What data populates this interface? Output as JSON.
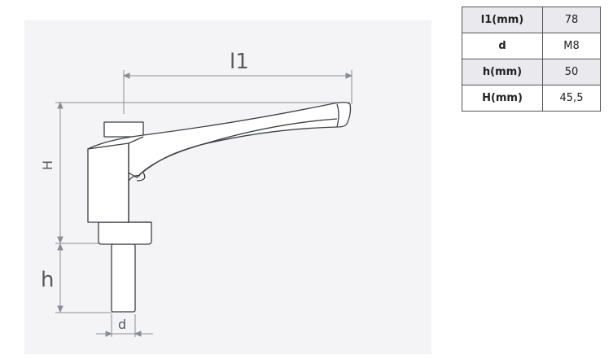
{
  "drawing": {
    "dimensions": {
      "length": "l1",
      "height_total": "H",
      "height_thread": "h",
      "diameter": "d"
    }
  },
  "spec_table": {
    "rows": [
      {
        "label": "l1(mm)",
        "value": "78"
      },
      {
        "label": "d",
        "value": "M8"
      },
      {
        "label": "h(mm)",
        "value": "50"
      },
      {
        "label": "H(mm)",
        "value": "45,5"
      }
    ]
  },
  "colors": {
    "line": "#3c3f44",
    "dimension_line": "#8a8e94",
    "watermark": "#f2f2f4",
    "table_shaded_row": "#eaeaee"
  }
}
